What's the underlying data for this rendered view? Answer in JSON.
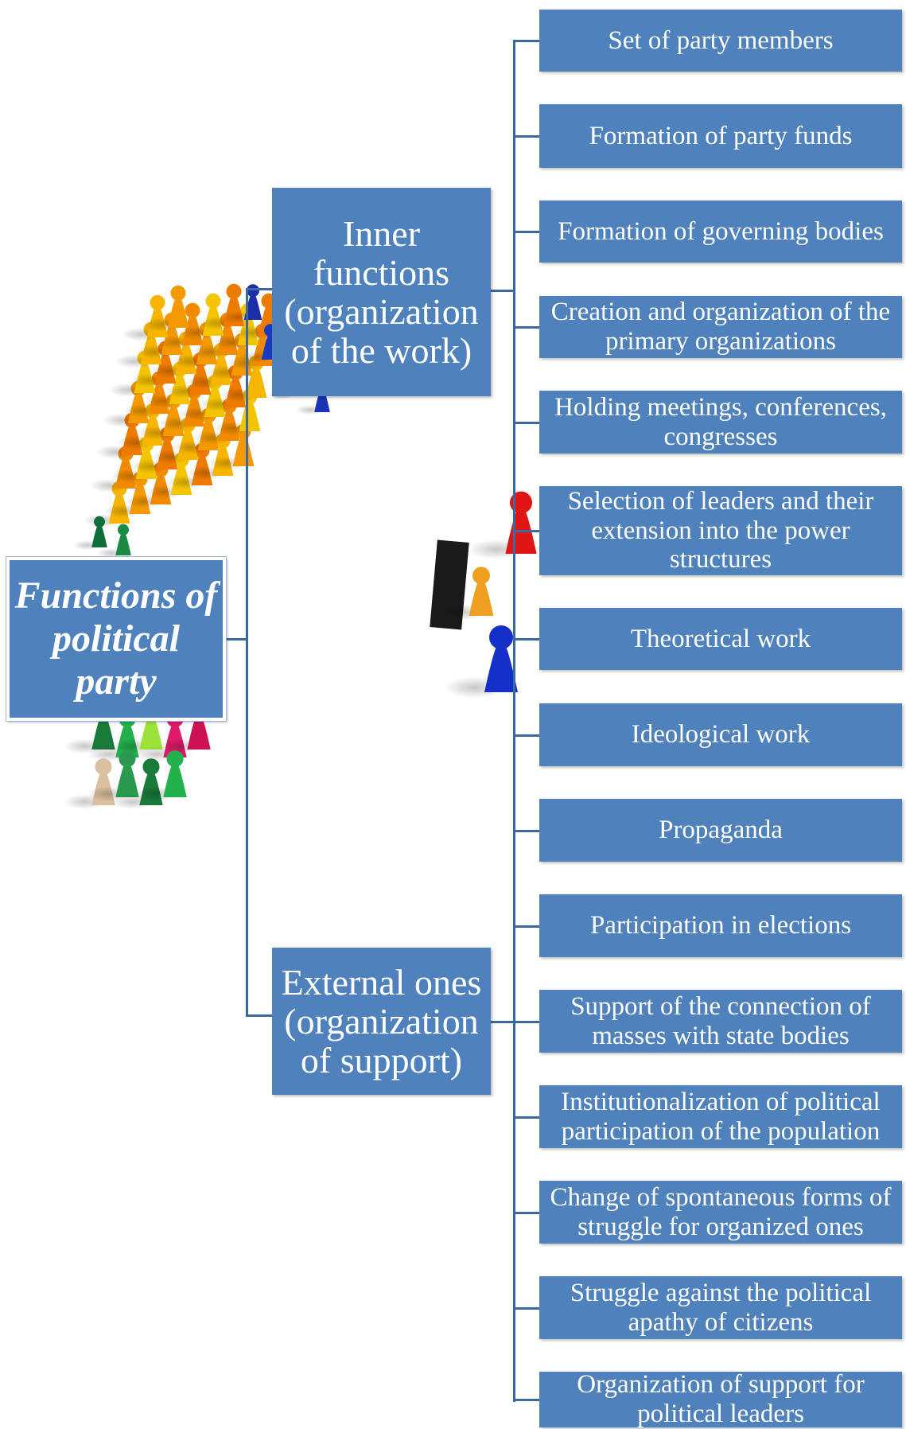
{
  "root": {
    "label": "Functions of political party"
  },
  "groups": {
    "inner": {
      "label": "Inner functions (organization of the work)"
    },
    "external": {
      "label": "External ones (organization of support)"
    }
  },
  "functions": [
    "Set of party members",
    "Formation of party funds",
    "Formation of governing bodies",
    "Creation and organization of the primary organizations",
    "Holding meetings, conferences, congresses",
    "Selection of leaders and their extension into the power structures",
    "Theoretical work",
    "Ideological work",
    "Propaganda",
    "Participation in elections",
    "Support of the connection of masses with state bodies",
    "Institutionalization of political participation of the population",
    "Change of spontaneous forms of struggle for organized ones",
    "Struggle against the political apathy of citizens",
    "Organization of support for political leaders"
  ],
  "colors": {
    "box": "#4f81bd",
    "connector": "#3b6aa0",
    "text": "#ffffff"
  }
}
